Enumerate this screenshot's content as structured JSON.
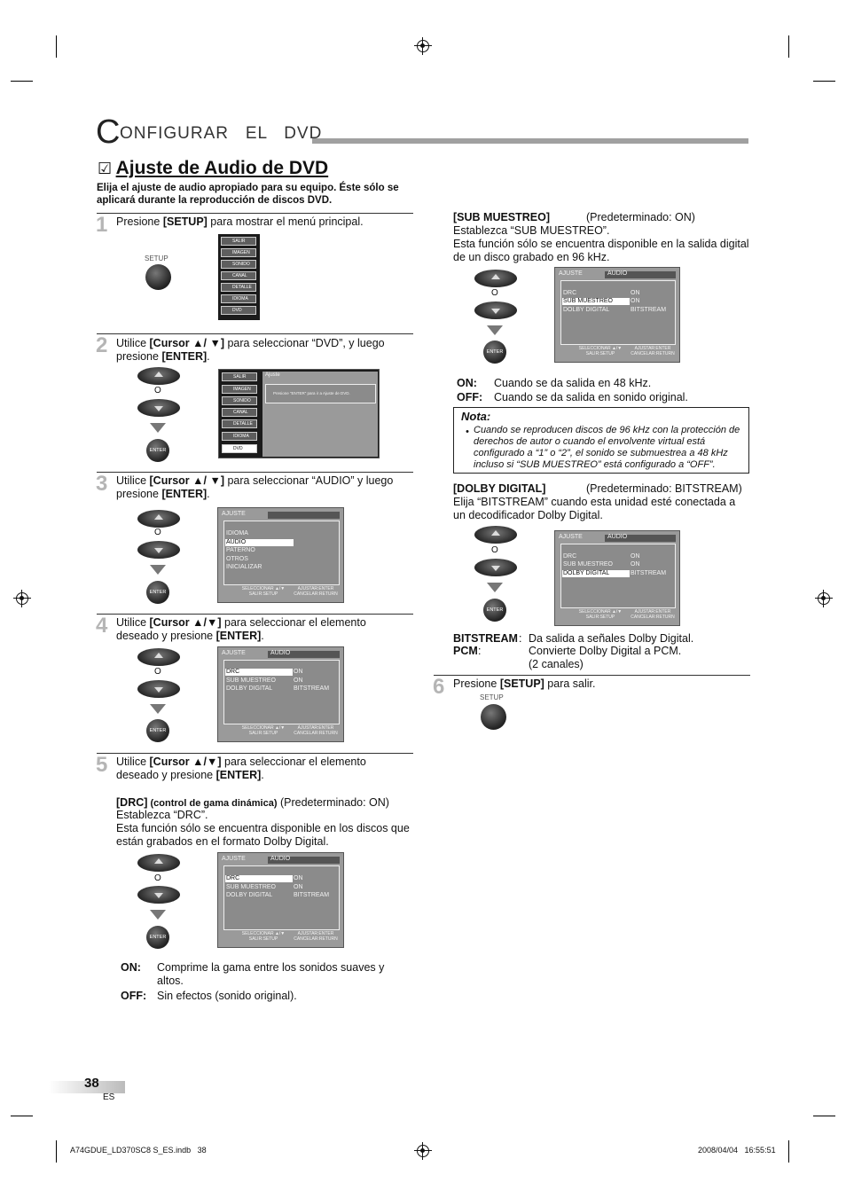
{
  "header": {
    "title_initial": "C",
    "title_rest": "ONFIGURAR   EL   DVD"
  },
  "section": {
    "checkbox": "☑",
    "title": "Ajuste de Audio de DVD",
    "intro": "Elija el ajuste de audio apropiado para su equipo. Éste sólo se aplicará durante la reproducción de discos DVD."
  },
  "steps": {
    "s1": {
      "num": "1",
      "pre": "Presione ",
      "key": "[SETUP]",
      "post": " para mostrar el menú principal."
    },
    "s2": {
      "num": "2",
      "pre": "Utilice ",
      "key": "[Cursor ▲/ ▼]",
      "post": " para seleccionar “DVD”, y luego presione ",
      "key2": "[ENTER]",
      "end": "."
    },
    "s3": {
      "num": "3",
      "pre": "Utilice ",
      "key": "[Cursor ▲/ ▼]",
      "post": " para seleccionar “AUDIO” y luego presione ",
      "key2": "[ENTER]",
      "end": "."
    },
    "s4": {
      "num": "4",
      "pre": "Utilice ",
      "key": "[Cursor ▲/▼]",
      "post": " para seleccionar el elemento deseado y presione ",
      "key2": "[ENTER]",
      "end": "."
    },
    "s5": {
      "num": "5",
      "pre": "Utilice ",
      "key": "[Cursor ▲/▼]",
      "post": " para seleccionar el elemento deseado y presione ",
      "key2": "[ENTER]",
      "end": "."
    },
    "s6": {
      "num": "6",
      "pre": "Presione ",
      "key": "[SETUP]",
      "post": " para salir."
    }
  },
  "drc": {
    "key": "[DRC]",
    "key_sub": " (control de gama dinámica)",
    "default": " (Predeterminado: ON)",
    "line2": "Establezca “DRC”.",
    "line3": "Esta función sólo se encuentra disponible en los discos que están grabados en el formato Dolby Digital.",
    "on_label": "ON:",
    "on_text": "Comprime la gama entre los sonidos suaves y altos.",
    "off_label": "OFF:",
    "off_text": "Sin efectos (sonido original)."
  },
  "sub": {
    "key": "[SUB MUESTREO]",
    "default": "(Predeterminado: ON)",
    "line2": "Establezca “SUB MUESTREO”.",
    "line3": "Esta función sólo se encuentra disponible en la salida digital de un disco grabado en 96 kHz.",
    "on_label": "ON:",
    "on_text": "Cuando se da salida en 48 kHz.",
    "off_label": "OFF:",
    "off_text": "Cuando se da salida en sonido original."
  },
  "nota": {
    "title": "Nota:",
    "bullet": "•",
    "text": "Cuando se reproducen discos de 96 kHz con la protección de derechos de autor o cuando el envolvente virtual está configurado a “1” o “2”, el sonido se submuestrea a 48 kHz incluso si “SUB MUESTREO” está configurado a “OFF”."
  },
  "dolby": {
    "key": "[DOLBY DIGITAL]",
    "default": "(Predeterminado: BITSTREAM)",
    "line2": "Elija “BITSTREAM” cuando esta unidad esté conectada a un decodificador Dolby Digital.",
    "bit_label": "BITSTREAM",
    "bit_colon": ":",
    "bit_text": "Da salida a señales Dolby Digital.",
    "pcm_label": "PCM",
    "pcm_colon": ":",
    "pcm_text": "Convierte Dolby Digital a PCM.",
    "pcm_text2": "(2 canales)"
  },
  "remote": {
    "setup": "SETUP",
    "o": "O",
    "enter": "ENTER"
  },
  "osd": {
    "main_menu": [
      "SALIR",
      "IMAGEN",
      "SONIDO",
      "CANAL",
      "DETALLE",
      "IDIOMA",
      "DVD"
    ],
    "ajuste": "Ajuste",
    "ajuste_msg": "Presione “ENTER” para ir a Ajuste de DVD.",
    "ajuste_caps": "AJUSTE",
    "audio_tab": "AUDIO",
    "dvd_items": [
      "IDIOMA",
      "AUDIO",
      "PATERNO",
      "OTROS",
      "INICIALIZAR"
    ],
    "audio_items": [
      "DRC",
      "SUB MUESTREO",
      "DOLBY DIGITAL"
    ],
    "audio_values": [
      "ON",
      "ON",
      "BITSTREAM"
    ],
    "foot_left": "SELECCIONAR ▲/▼\nSALIR:SETUP",
    "foot_right": "AJUSTAR:ENTER\nCANCELAR:RETURN"
  },
  "footer": {
    "page": "38",
    "lang": "ES",
    "file": "A74GDUE_LD370SC8 S_ES.indb   38",
    "date": "2008/04/04   16:55:51"
  }
}
